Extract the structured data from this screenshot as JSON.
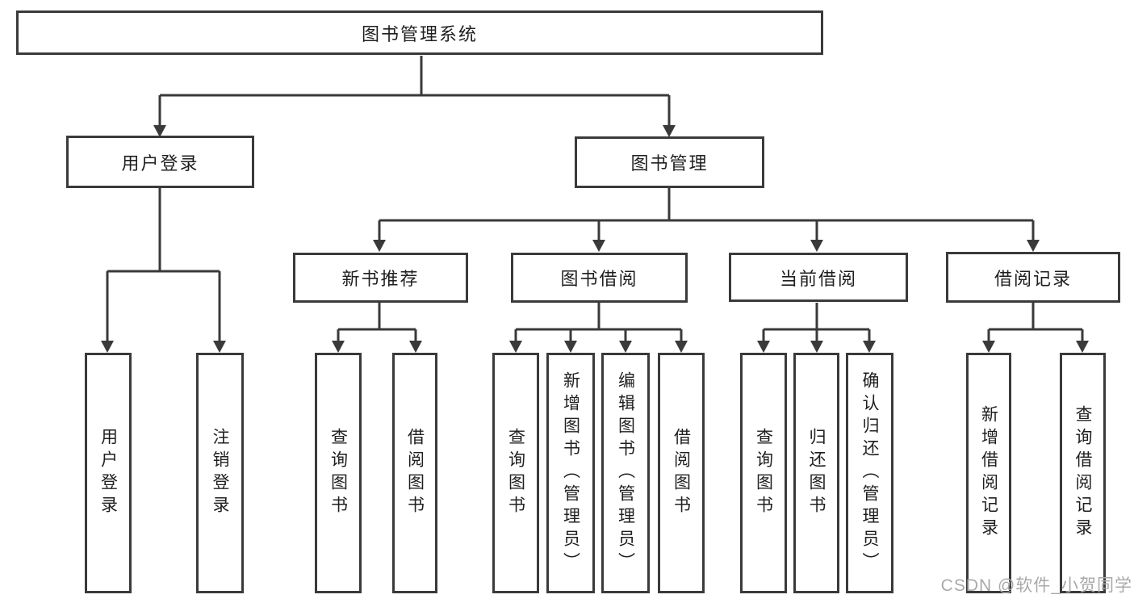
{
  "diagram": {
    "root": {
      "label": "图书管理系统"
    },
    "level2": [
      {
        "id": "user-login",
        "label": "用户登录"
      },
      {
        "id": "book-management",
        "label": "图书管理"
      }
    ],
    "level3": [
      {
        "id": "new-book-recommend",
        "label": "新书推荐"
      },
      {
        "id": "book-borrowing",
        "label": "图书借阅"
      },
      {
        "id": "current-borrowing",
        "label": "当前借阅"
      },
      {
        "id": "borrowing-records",
        "label": "借阅记录"
      }
    ],
    "leaves": [
      {
        "parent": "user-login",
        "label": "用户登录"
      },
      {
        "parent": "user-login",
        "label": "注销登录"
      },
      {
        "parent": "new-book-recommend",
        "label": "查询图书"
      },
      {
        "parent": "new-book-recommend",
        "label": "借阅图书"
      },
      {
        "parent": "book-borrowing",
        "label": "查询图书"
      },
      {
        "parent": "book-borrowing",
        "label": "新增图书（管理员）"
      },
      {
        "parent": "book-borrowing",
        "label": "编辑图书（管理员）"
      },
      {
        "parent": "book-borrowing",
        "label": "借阅图书"
      },
      {
        "parent": "current-borrowing",
        "label": "查询图书"
      },
      {
        "parent": "current-borrowing",
        "label": "归还图书"
      },
      {
        "parent": "current-borrowing",
        "label": "确认归还（管理员）"
      },
      {
        "parent": "borrowing-records",
        "label": "新增借阅记录"
      },
      {
        "parent": "borrowing-records",
        "label": "查询借阅记录"
      }
    ]
  },
  "watermark": {
    "text": "CSDN @软件_小贺同学"
  },
  "colors": {
    "background": "#ffffff",
    "box_border": "#3a3a3a",
    "box_fill": "#ffffff",
    "line": "#3a3a3a",
    "text": "#1f1f1f",
    "watermark": "#a9a9a9"
  }
}
